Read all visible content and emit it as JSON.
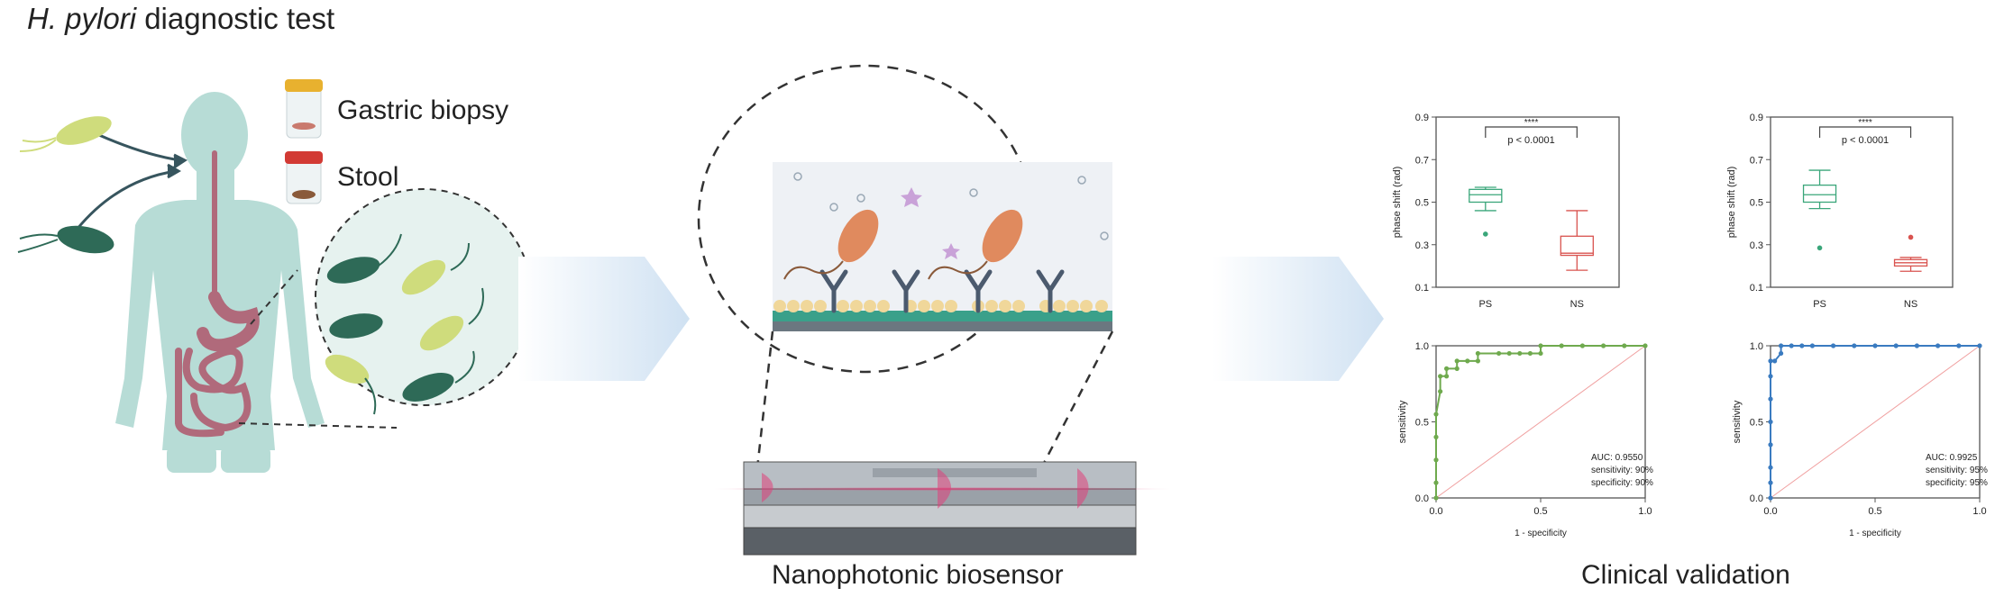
{
  "title": {
    "italic": "H. pylori",
    "rest": " diagnostic test"
  },
  "samples": {
    "gastric": "Gastric biopsy",
    "stool": "Stool"
  },
  "captions": {
    "biosensor": "Nanophotonic biosensor",
    "validation": "Clinical validation"
  },
  "colors": {
    "body": "#b7dcd6",
    "bacteria_dark": "#2e6a57",
    "bacteria_light": "#cfdc7c",
    "box_ps": "#3aa67a",
    "box_ns": "#d9534f",
    "roc_left": "#6faa4e",
    "roc_right": "#3a7bc0",
    "chevron": "#d6e6f4",
    "biosensor_laser": "#e0407a"
  },
  "chart_data": [
    {
      "type": "box",
      "ylabel": "phase shift (rad)",
      "yticks": [
        "0.1",
        "0.3",
        "0.5",
        "0.7",
        "0.9"
      ],
      "ylim": [
        0.1,
        0.9
      ],
      "categories": [
        "PS",
        "NS"
      ],
      "significance": "****",
      "pvalue": "p < 0.0001",
      "boxes": [
        {
          "name": "PS",
          "min": 0.46,
          "q1": 0.5,
          "median": 0.535,
          "q3": 0.56,
          "max": 0.57,
          "outliers": [
            0.35
          ]
        },
        {
          "name": "NS",
          "min": 0.18,
          "q1": 0.25,
          "median": 0.26,
          "q3": 0.34,
          "max": 0.46,
          "outliers": []
        }
      ]
    },
    {
      "type": "box",
      "ylabel": "phase shift (rad)",
      "yticks": [
        "0.1",
        "0.3",
        "0.5",
        "0.7",
        "0.9"
      ],
      "ylim": [
        0.1,
        0.9
      ],
      "categories": [
        "PS",
        "NS"
      ],
      "significance": "****",
      "pvalue": "p < 0.0001",
      "boxes": [
        {
          "name": "PS",
          "min": 0.47,
          "q1": 0.5,
          "median": 0.535,
          "q3": 0.58,
          "max": 0.65,
          "outliers": [
            0.285
          ]
        },
        {
          "name": "NS",
          "min": 0.175,
          "q1": 0.2,
          "median": 0.215,
          "q3": 0.23,
          "max": 0.24,
          "outliers": [
            0.335
          ]
        }
      ]
    },
    {
      "type": "line",
      "xlabel": "1 - specificity",
      "ylabel": "sensitivity",
      "xticks": [
        "0.0",
        "0.5",
        "1.0"
      ],
      "yticks": [
        "0.0",
        "0.5",
        "1.0"
      ],
      "xlim": [
        0,
        1
      ],
      "ylim": [
        0,
        1
      ],
      "annotation": [
        "AUC: 0.9550",
        "sensitivity: 90%",
        "specificity: 90%"
      ],
      "x": [
        0,
        0,
        0,
        0,
        0,
        0.02,
        0.02,
        0.05,
        0.05,
        0.1,
        0.1,
        0.15,
        0.2,
        0.2,
        0.3,
        0.35,
        0.4,
        0.45,
        0.5,
        0.5,
        0.6,
        0.7,
        0.8,
        0.9,
        1.0
      ],
      "y": [
        0,
        0.1,
        0.25,
        0.4,
        0.55,
        0.7,
        0.8,
        0.8,
        0.85,
        0.85,
        0.9,
        0.9,
        0.9,
        0.95,
        0.95,
        0.95,
        0.95,
        0.95,
        0.95,
        1.0,
        1.0,
        1.0,
        1.0,
        1.0,
        1.0
      ]
    },
    {
      "type": "line",
      "xlabel": "1 - specificity",
      "ylabel": "sensitivity",
      "xticks": [
        "0.0",
        "0.5",
        "1.0"
      ],
      "yticks": [
        "0.0",
        "0.5",
        "1.0"
      ],
      "xlim": [
        0,
        1
      ],
      "ylim": [
        0,
        1
      ],
      "annotation": [
        "AUC: 0.9925",
        "sensitivity: 95%",
        "specificity: 95%"
      ],
      "x": [
        0,
        0,
        0,
        0,
        0,
        0,
        0,
        0,
        0.02,
        0.05,
        0.05,
        0.1,
        0.15,
        0.2,
        0.3,
        0.4,
        0.5,
        0.6,
        0.7,
        0.8,
        0.9,
        1.0
      ],
      "y": [
        0,
        0.1,
        0.2,
        0.35,
        0.5,
        0.65,
        0.8,
        0.9,
        0.9,
        0.95,
        1.0,
        1.0,
        1.0,
        1.0,
        1.0,
        1.0,
        1.0,
        1.0,
        1.0,
        1.0,
        1.0,
        1.0
      ]
    }
  ]
}
